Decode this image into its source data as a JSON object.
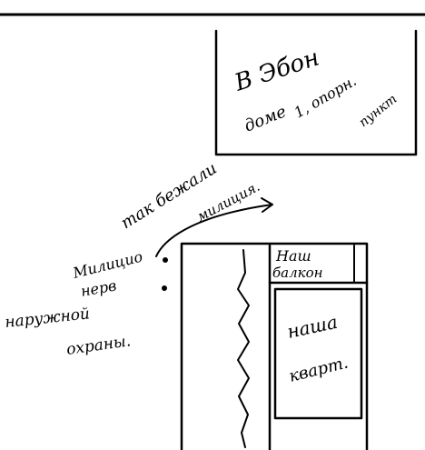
{
  "labels": {
    "box_line1": "В Эбон",
    "box_line2": "доме",
    "box_line3": "1, опорн.",
    "box_line4": "пункт",
    "arrow_line1": "так бежали",
    "arrow_line2": "милиция.",
    "left_line1": "Милицио",
    "left_line2": "нерв",
    "left_line3": "наружной",
    "left_line4": "охраны.",
    "balcony_line1": "Наш",
    "balcony_line2": "балкон",
    "apt_line1": "наша",
    "apt_line2": "кварт."
  }
}
